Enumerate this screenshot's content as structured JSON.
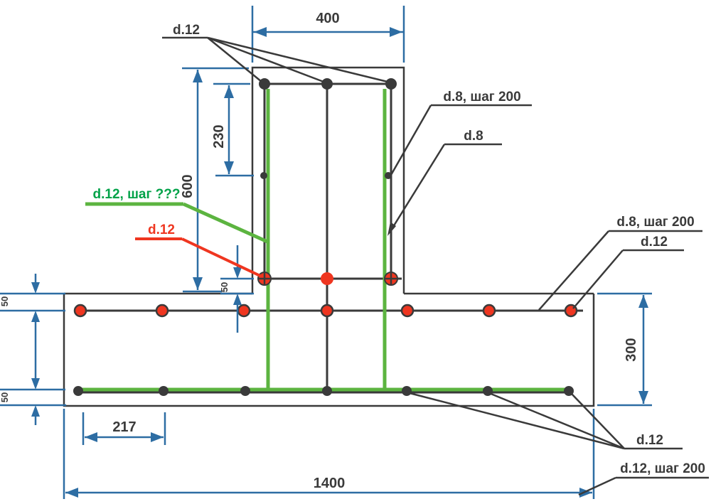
{
  "drawing": {
    "labels": {
      "wall_vertical_bars": "d.12",
      "wall_ties_spacing": "d.8, шаг 200",
      "wall_tie": "d.8",
      "dowel_green": "d.12, шаг ???",
      "dowel_red": "d.12",
      "slab_top_mesh": "d.8, шаг 200",
      "slab_top_bar": "d.12",
      "slab_bottom_bar": "d.12",
      "slab_bottom_mesh": "d.12, шаг 200"
    },
    "dimensions": {
      "wall_width": "400",
      "wall_height": "600",
      "tie_spacing": "230",
      "dowel_cover": "50",
      "slab_top_cover": "50",
      "slab_bottom_cover": "50",
      "slab_thickness": "300",
      "bottom_bar_spacing": "217",
      "footing_width": "1400"
    },
    "colors": {
      "dimension_blue": "#2d6da3",
      "line_dark": "#3a3a3a",
      "rebar_green": "#5cb440",
      "green_label_text": "#00a248",
      "rebar_red": "#ef3620"
    }
  }
}
